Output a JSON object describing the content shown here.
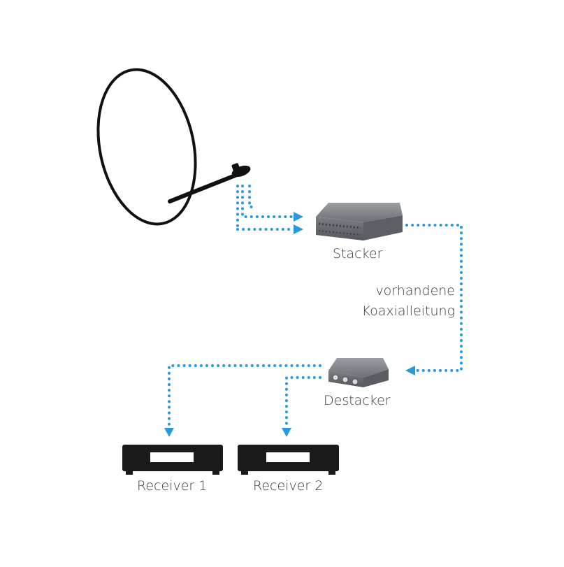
{
  "labels": {
    "stacker": "Stacker",
    "cable_line1": "vorhandene",
    "cable_line2": "Koaxialleitung",
    "destacker": "Destacker",
    "receiver1": "Receiver 1",
    "receiver2": "Receiver 2"
  },
  "colors": {
    "connection": "#2a9ad9",
    "device_body": "#6f7378",
    "receiver": "#1a1a1a",
    "text": "#3c3c3c"
  },
  "icons": {
    "dish": "satellite-dish-icon",
    "stacker": "stacker-device-icon",
    "destacker": "destacker-device-icon",
    "receiver": "set-top-box-icon"
  }
}
